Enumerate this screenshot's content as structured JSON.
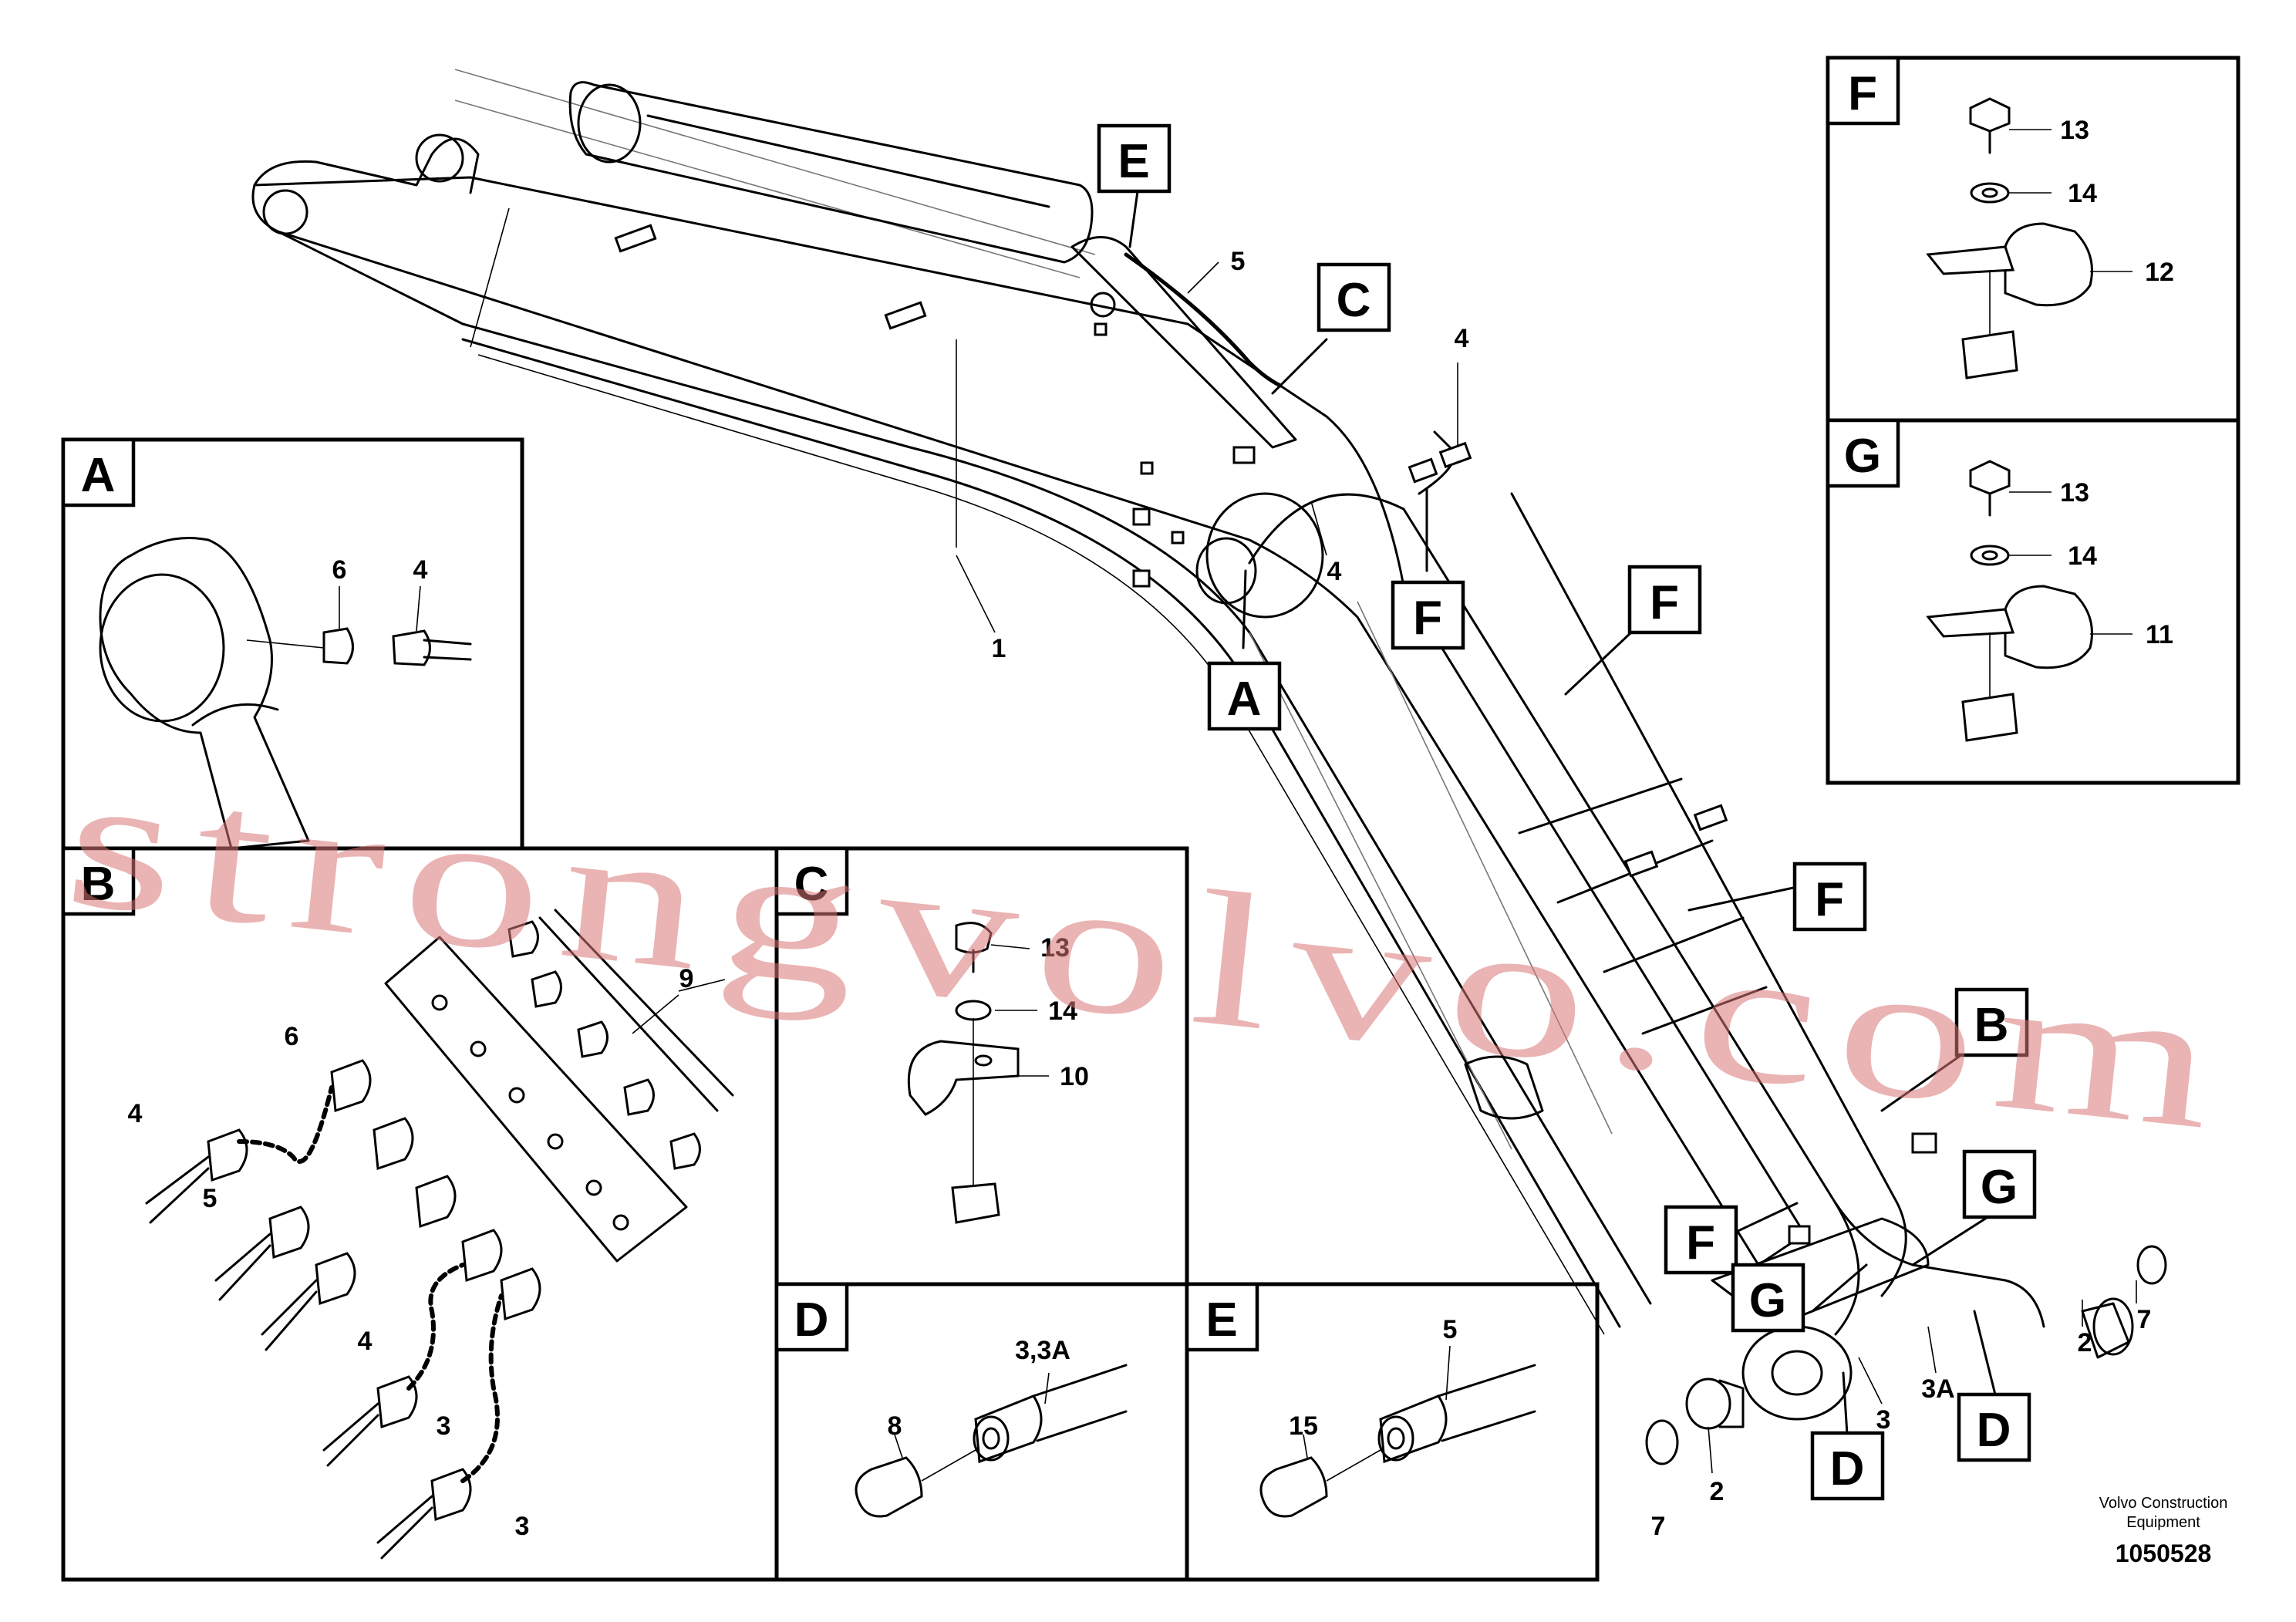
{
  "views": [
    {
      "id": "A",
      "label": "A"
    },
    {
      "id": "B",
      "label": "B"
    },
    {
      "id": "C",
      "label": "C"
    },
    {
      "id": "D",
      "label": "D"
    },
    {
      "id": "E",
      "label": "E"
    },
    {
      "id": "F",
      "label": "F"
    },
    {
      "id": "G",
      "label": "G"
    }
  ],
  "main_callouts": {
    "E": "E",
    "C": "C",
    "A": "A",
    "B": "B",
    "F1": "F",
    "F2": "F",
    "F3": "F",
    "F4": "F",
    "G1": "G",
    "G2": "G",
    "D1": "D",
    "D2": "D"
  },
  "main_numbers": {
    "n1": "1",
    "n5": "5",
    "n4a": "4",
    "n4b": "4",
    "n2a": "2",
    "n2b": "2",
    "n7a": "7",
    "n7b": "7",
    "n3": "3",
    "n3A": "3A"
  },
  "view_numbers": {
    "A": [
      "6",
      "4"
    ],
    "B": [
      "9",
      "6",
      "4",
      "5",
      "4",
      "3",
      "3"
    ],
    "C": [
      "13",
      "14",
      "10"
    ],
    "D": [
      "3,3A",
      "8"
    ],
    "E": [
      "5",
      "15"
    ],
    "F": [
      "13",
      "14",
      "12"
    ],
    "G": [
      "13",
      "14",
      "11"
    ]
  },
  "footer": {
    "company_line1": "Volvo Construction",
    "company_line2": "Equipment",
    "doc_number": "1050528"
  },
  "watermark": "strongvolvo.com"
}
